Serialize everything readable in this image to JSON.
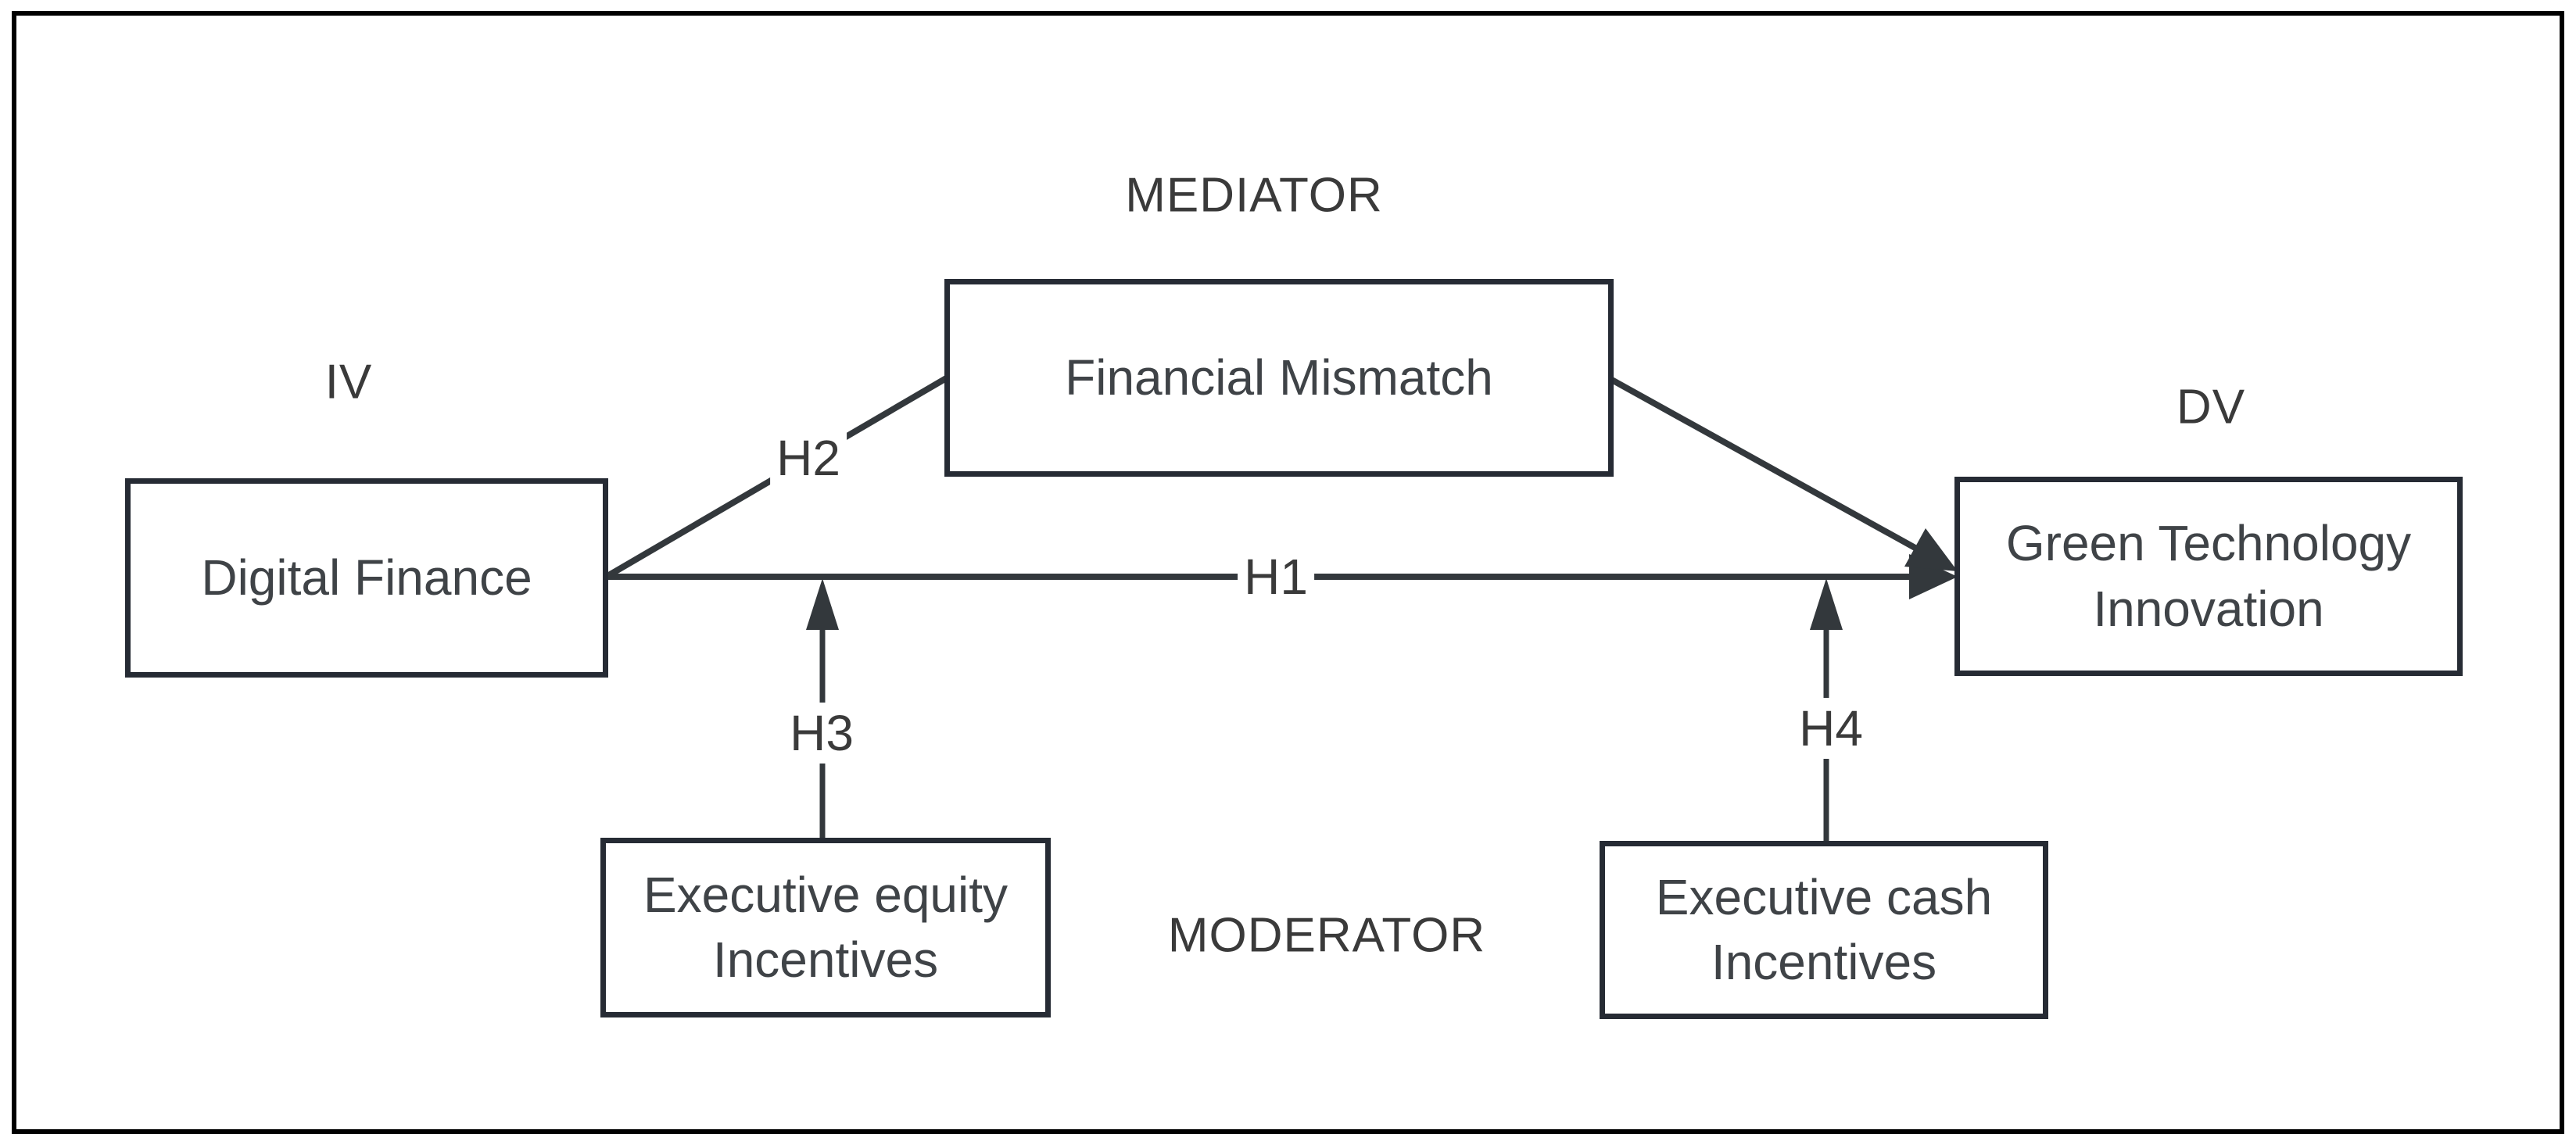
{
  "diagram": {
    "role_labels": {
      "mediator": "MEDIATOR",
      "iv": "IV",
      "dv": "DV",
      "moderator": "MODERATOR"
    },
    "boxes": {
      "mediator": {
        "label": "Financial Mismatch"
      },
      "iv": {
        "label": "Digital Finance"
      },
      "dv": {
        "label": "Green Technology Innovation"
      },
      "moderator_left": {
        "label": "Executive equity Incentives"
      },
      "moderator_right": {
        "label": "Executive cash Incentives"
      }
    },
    "hypotheses": {
      "h1": "H1",
      "h2": "H2",
      "h3": "H3",
      "h4": "H4"
    },
    "colors": {
      "frame-color": "#000000",
      "box-border-color": "#262b34",
      "line-color": "#33383c",
      "text-color": "#3b3f44",
      "background": "#ffffff"
    }
  }
}
